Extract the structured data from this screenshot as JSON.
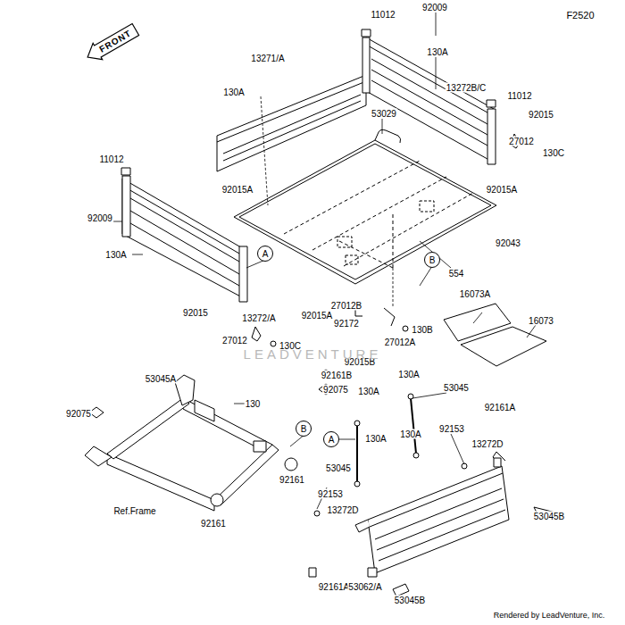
{
  "diagram": {
    "nodes": [
      {
        "text": [
          "FRONT"
        ]
      },
      {
        "text": [
          "A"
        ]
      },
      {
        "text": [
          "B"
        ]
      },
      {
        "text": [
          "B"
        ]
      },
      {
        "text": [
          "A"
        ]
      }
    ],
    "labels": [
      "F2520",
      "11012",
      "92009",
      "130A",
      "13271/A",
      "130A",
      "13272B/C",
      "11012",
      "53029",
      "92015",
      "27012",
      "130C",
      "11012",
      "92015A",
      "92015A",
      "92009",
      "92043",
      "130A",
      "554",
      "16073A",
      "92015",
      "13272/A",
      "92015A",
      "27012B",
      "16073",
      "92172",
      "130B",
      "27012",
      "27012A",
      "130C",
      "92015B",
      "LEADVENTURE",
      "53045A",
      "92161B",
      "130A",
      "92075",
      "130A",
      "53045",
      "130",
      "92161A",
      "92075",
      "92153",
      "130A",
      "130A",
      "13272D",
      "53045",
      "92161",
      "92153",
      "13272D",
      "Ref.Frame",
      "53045B",
      "92161",
      "92161A",
      "53062/A",
      "53045B",
      "Rendered by LeadVenture, Inc."
    ]
  }
}
